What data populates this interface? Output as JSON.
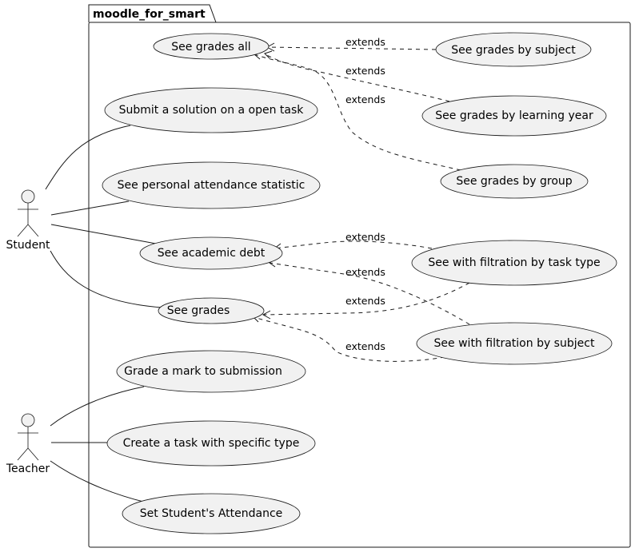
{
  "package": {
    "name": "moodle_for_smart"
  },
  "actors": [
    {
      "id": "student",
      "label": "Student"
    },
    {
      "id": "teacher",
      "label": "Teacher"
    }
  ],
  "use_cases": [
    {
      "id": "uc_grades_all",
      "label": "See grades all"
    },
    {
      "id": "uc_grades_subject",
      "label": "See grades by subject"
    },
    {
      "id": "uc_submit",
      "label": "Submit a solution on a open task"
    },
    {
      "id": "uc_grades_year",
      "label": "See grades by learning year"
    },
    {
      "id": "uc_grades_group",
      "label": "See grades by group"
    },
    {
      "id": "uc_attendance_stat",
      "label": "See personal attendance statistic"
    },
    {
      "id": "uc_academic_debt",
      "label": "See academic debt"
    },
    {
      "id": "uc_filter_task",
      "label": "See with filtration by task type"
    },
    {
      "id": "uc_grades",
      "label": "See grades"
    },
    {
      "id": "uc_filter_subject",
      "label": "See with filtration by subject"
    },
    {
      "id": "uc_grade_mark",
      "label": "Grade a mark to submission"
    },
    {
      "id": "uc_create_task",
      "label": "Create a task with specific type"
    },
    {
      "id": "uc_set_attendance",
      "label": "Set Student's Attendance"
    }
  ],
  "associations": [
    {
      "actor": "student",
      "use_case": "uc_submit"
    },
    {
      "actor": "student",
      "use_case": "uc_attendance_stat"
    },
    {
      "actor": "student",
      "use_case": "uc_academic_debt"
    },
    {
      "actor": "student",
      "use_case": "uc_grades"
    },
    {
      "actor": "teacher",
      "use_case": "uc_grade_mark"
    },
    {
      "actor": "teacher",
      "use_case": "uc_create_task"
    },
    {
      "actor": "teacher",
      "use_case": "uc_set_attendance"
    }
  ],
  "extends": [
    {
      "from": "uc_grades_subject",
      "to": "uc_grades_all",
      "label": "extends"
    },
    {
      "from": "uc_grades_year",
      "to": "uc_grades_all",
      "label": "extends"
    },
    {
      "from": "uc_grades_group",
      "to": "uc_grades_all",
      "label": "extends"
    },
    {
      "from": "uc_filter_task",
      "to": "uc_academic_debt",
      "label": "extends"
    },
    {
      "from": "uc_filter_subject",
      "to": "uc_academic_debt",
      "label": "extends"
    },
    {
      "from": "uc_filter_task",
      "to": "uc_grades",
      "label": "extends"
    },
    {
      "from": "uc_filter_subject",
      "to": "uc_grades",
      "label": "extends"
    }
  ],
  "colors": {
    "fill": "#f1f1f1",
    "stroke": "#181818",
    "background": "#ffffff"
  }
}
